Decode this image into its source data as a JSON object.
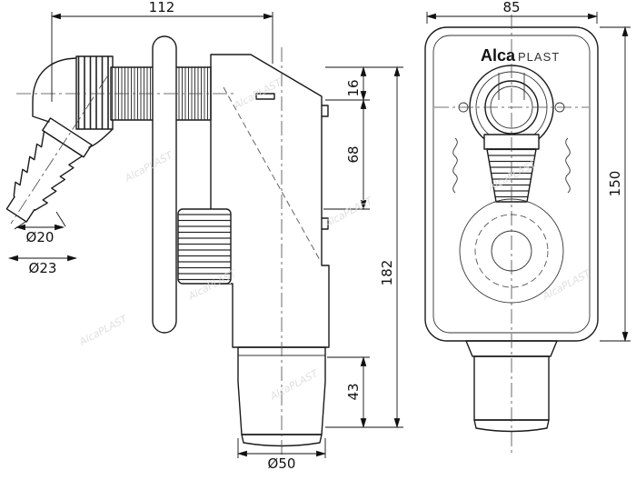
{
  "brand": {
    "bold": "Alca",
    "light": "PLAST"
  },
  "watermark": "AlcaPLAST",
  "dims": {
    "d112": "112",
    "d85": "85",
    "d16": "16",
    "d68": "68",
    "d182": "182",
    "d43": "43",
    "d150": "150",
    "d20": "Ø20",
    "d23": "Ø23",
    "d50": "Ø50"
  },
  "colors": {
    "line": "#1a1a1a",
    "dim": "#111111",
    "watermark": "#d8d8d8"
  }
}
